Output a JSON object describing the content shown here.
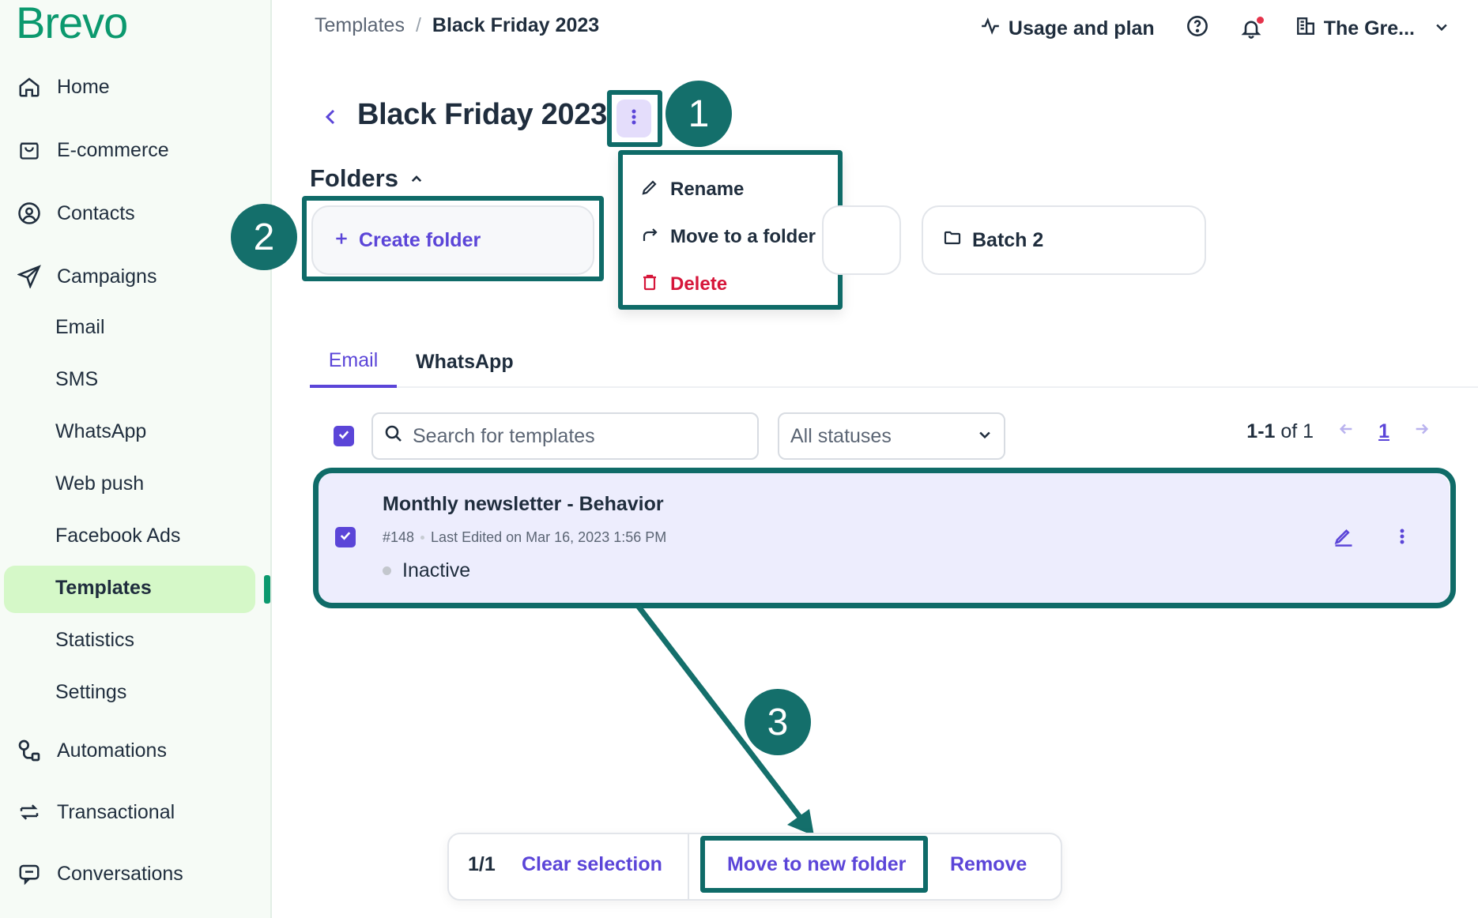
{
  "brand": "Brevo",
  "sidebar": {
    "items": [
      {
        "label": "Home",
        "icon": "home-icon"
      },
      {
        "label": "E-commerce",
        "icon": "shopping-bag-icon"
      },
      {
        "label": "Contacts",
        "icon": "contacts-icon"
      },
      {
        "label": "Campaigns",
        "icon": "send-icon"
      }
    ],
    "campaign_subitems": [
      "Email",
      "SMS",
      "WhatsApp",
      "Web push",
      "Facebook Ads",
      "Templates",
      "Statistics",
      "Settings"
    ],
    "bottom_items": [
      {
        "label": "Automations",
        "icon": "automations-icon"
      },
      {
        "label": "Transactional",
        "icon": "transactional-icon"
      },
      {
        "label": "Conversations",
        "icon": "chat-icon"
      }
    ],
    "active": "Templates"
  },
  "breadcrumb": {
    "parent": "Templates",
    "separator": "/",
    "current": "Black Friday 2023"
  },
  "topbar": {
    "usage_label": "Usage and plan",
    "account_label": "The Gre..."
  },
  "page": {
    "title": "Black Friday 2023"
  },
  "menu": {
    "rename": "Rename",
    "move": "Move to a folder",
    "delete": "Delete"
  },
  "folders": {
    "title": "Folders",
    "create_label": "Create folder",
    "batch_label": "Batch 2"
  },
  "tabs": {
    "email": "Email",
    "whatsapp": "WhatsApp"
  },
  "filters": {
    "search_placeholder": "Search for templates",
    "status_value": "All statuses"
  },
  "pager": {
    "range": "1-1",
    "of_text": "of 1",
    "page": "1"
  },
  "template_row": {
    "title": "Monthly newsletter - Behavior",
    "id": "#148",
    "edited": "Last Edited on Mar 16, 2023 1:56 PM",
    "status": "Inactive"
  },
  "bottombar": {
    "count": "1/1",
    "clear": "Clear selection",
    "move": "Move to new folder",
    "remove": "Remove"
  },
  "annotations": {
    "step1": "1",
    "step2": "2",
    "step3": "3"
  },
  "colors": {
    "brand": "#0b996e",
    "accent": "#5b45d8",
    "highlight": "#0f6b68",
    "danger": "#d6163a"
  }
}
